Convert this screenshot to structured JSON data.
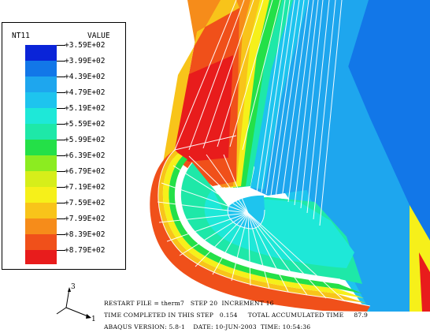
{
  "legend": {
    "variable": "NT11",
    "header": "VALUE",
    "values": [
      "+3.59E+02",
      "+3.99E+02",
      "+4.39E+02",
      "+4.79E+02",
      "+5.19E+02",
      "+5.59E+02",
      "+5.99E+02",
      "+6.39E+02",
      "+6.79E+02",
      "+7.19E+02",
      "+7.59E+02",
      "+7.99E+02",
      "+8.39E+02",
      "+8.79E+02"
    ],
    "colors": [
      "#0a24d8",
      "#1277e8",
      "#1ea6ee",
      "#1ec4ee",
      "#1ee8d8",
      "#1ee8a8",
      "#24e048",
      "#8cec20",
      "#d6ee1a",
      "#f6f01a",
      "#f8c41a",
      "#f68c1a",
      "#f0501a",
      "#e81c1c"
    ]
  },
  "info": {
    "line1": "RESTART FILE = therm7   STEP 20  INCREMENT 16",
    "line2": "TIME COMPLETED IN THIS STEP   0.154     TOTAL ACCUMULATED TIME     87.9",
    "line3": "ABAQUS VERSION: 5.8-1    DATE: 10-JUN-2003  TIME: 10:54:36"
  },
  "triad": {
    "axis_a": "3",
    "axis_b": "1"
  }
}
